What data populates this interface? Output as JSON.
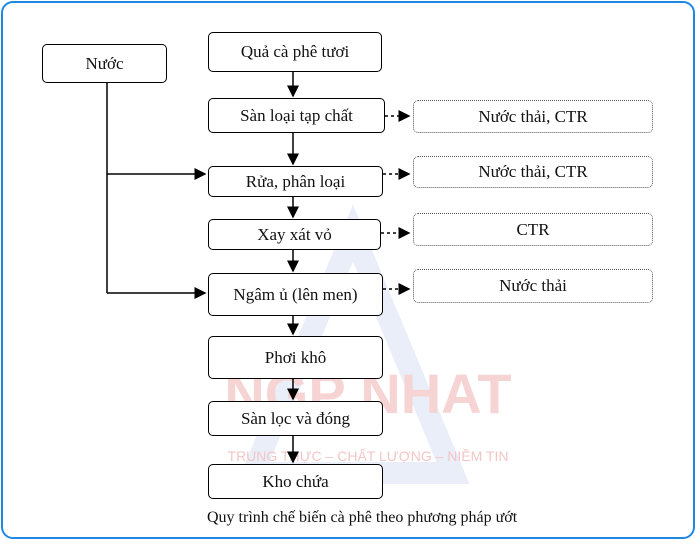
{
  "diagram": {
    "source_label": "Nước",
    "steps": [
      "Quả cà phê tươi",
      "Sàn loại tạp chất",
      "Rửa, phân loại",
      "Xay xát vỏ",
      "Ngâm ủ (lên men)",
      "Phơi khô",
      "Sàn lọc và đóng",
      "Kho chứa"
    ],
    "outputs": [
      "Nước thải, CTR",
      "Nước thải, CTR",
      "CTR",
      "Nước thải"
    ],
    "caption": "Quy trình chế biến cà phê theo phương pháp ướt"
  },
  "watermark": {
    "brand": "NGP NHAT",
    "slogan": "TRUNG THỰC – CHẤT LƯỢNG – NIỀM TIN",
    "color": "#f3c6c6"
  },
  "colors": {
    "frame_border": "#1e88e5",
    "line": "#000000",
    "dotted_border": "#555555"
  }
}
